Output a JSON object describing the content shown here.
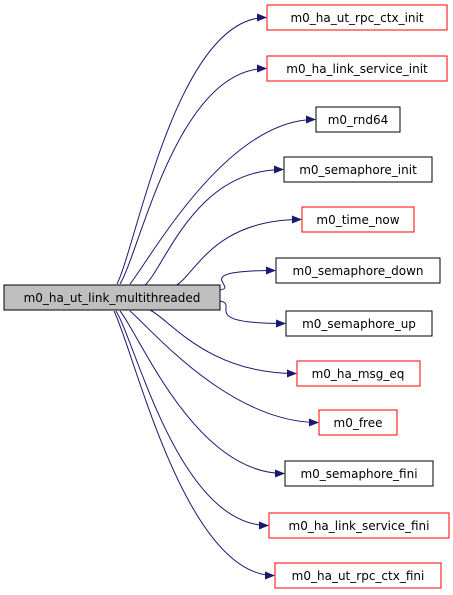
{
  "colors": {
    "edge": "#191970",
    "root_fill": "#bfbfbf",
    "root_border": "#000000",
    "node_fill": "#ffffff",
    "border_documented": "#ff0000",
    "border_plain": "#000000"
  },
  "root": {
    "label": "m0_ha_ut_link_multithreaded"
  },
  "nodes": [
    {
      "label": "m0_ha_ut_rpc_ctx_init",
      "border": "red"
    },
    {
      "label": "m0_ha_link_service_init",
      "border": "red"
    },
    {
      "label": "m0_rnd64",
      "border": "black"
    },
    {
      "label": "m0_semaphore_init",
      "border": "black"
    },
    {
      "label": "m0_time_now",
      "border": "red"
    },
    {
      "label": "m0_semaphore_down",
      "border": "black"
    },
    {
      "label": "m0_semaphore_up",
      "border": "black"
    },
    {
      "label": "m0_ha_msg_eq",
      "border": "red"
    },
    {
      "label": "m0_free",
      "border": "red"
    },
    {
      "label": "m0_semaphore_fini",
      "border": "black"
    },
    {
      "label": "m0_ha_link_service_fini",
      "border": "red"
    },
    {
      "label": "m0_ha_ut_rpc_ctx_fini",
      "border": "red"
    }
  ]
}
